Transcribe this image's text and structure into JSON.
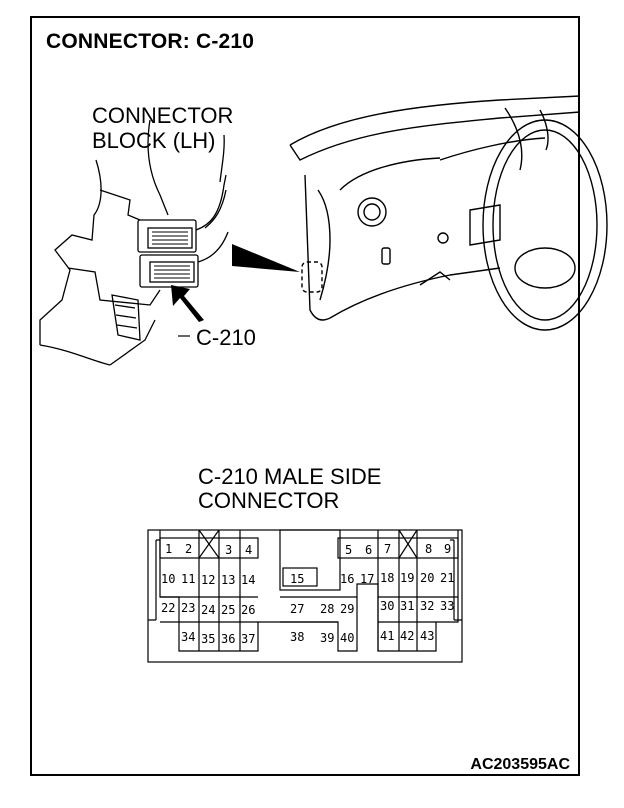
{
  "title": "CONNECTOR: C-210",
  "labels": {
    "connector_block_line1": "CONNECTOR",
    "connector_block_line2": "BLOCK (LH)",
    "connector_id": "C-210",
    "male_side_line1": "C-210 MALE SIDE",
    "male_side_line2": "CONNECTOR"
  },
  "pins": {
    "row1": [
      "1",
      "2",
      "3",
      "4",
      "5",
      "6",
      "7",
      "8",
      "9"
    ],
    "row2": [
      "10",
      "11",
      "12",
      "13",
      "14",
      "15",
      "16",
      "17",
      "18",
      "19",
      "20",
      "21"
    ],
    "row3": [
      "22",
      "23",
      "24",
      "25",
      "26",
      "27",
      "28",
      "29",
      "30",
      "31",
      "32",
      "33"
    ],
    "row4": [
      "34",
      "35",
      "36",
      "37",
      "38",
      "39",
      "40",
      "41",
      "42",
      "43"
    ]
  },
  "figure_code": "AC203595AC"
}
